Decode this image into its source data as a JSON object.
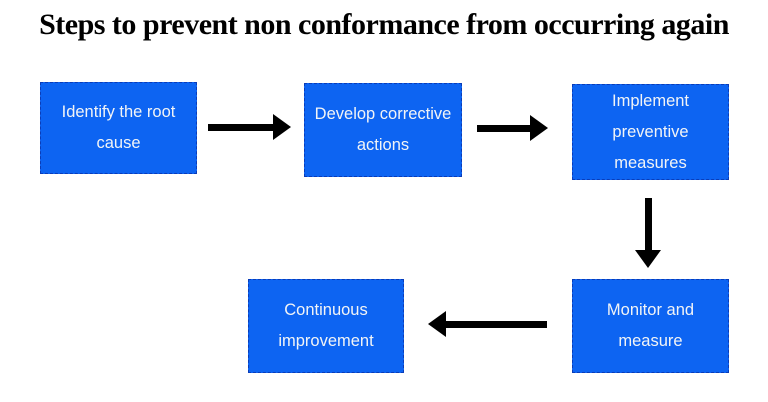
{
  "title": "Steps to prevent non conformance from occurring again",
  "diagram": {
    "type": "flowchart",
    "nodes": [
      {
        "id": "identify-root-cause",
        "label": "Identify the root cause"
      },
      {
        "id": "develop-corrective-actions",
        "label": "Develop corrective actions"
      },
      {
        "id": "implement-preventive-measures",
        "label": "Implement preventive measures"
      },
      {
        "id": "monitor-and-measure",
        "label": "Monitor and measure"
      },
      {
        "id": "continuous-improvement",
        "label": "Continuous improvement"
      }
    ],
    "connections": [
      {
        "from": "identify-root-cause",
        "to": "develop-corrective-actions",
        "direction": "right"
      },
      {
        "from": "develop-corrective-actions",
        "to": "implement-preventive-measures",
        "direction": "right"
      },
      {
        "from": "implement-preventive-measures",
        "to": "monitor-and-measure",
        "direction": "down"
      },
      {
        "from": "monitor-and-measure",
        "to": "continuous-improvement",
        "direction": "left"
      }
    ]
  },
  "colors": {
    "node_fill": "#0d64f2",
    "node_border": "#0a3cb8",
    "node_text": "#f2f4f6",
    "arrow": "#000000",
    "title_text": "#000000",
    "background": "#ffffff"
  }
}
